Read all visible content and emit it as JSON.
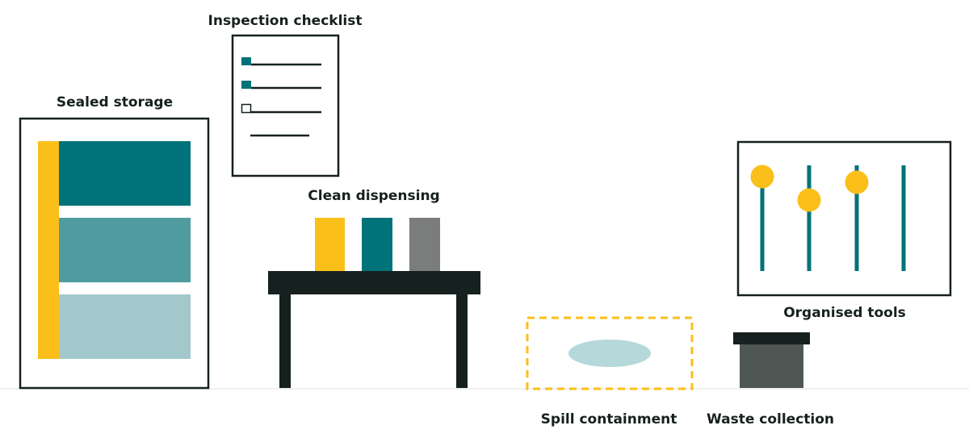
{
  "labels": {
    "sealed_storage": "Sealed storage",
    "inspection_checklist": "Inspection checklist",
    "clean_dispensing": "Clean dispensing",
    "organised_tools": "Organised tools",
    "spill_containment": "Spill containment",
    "waste_collection": "Waste collection"
  },
  "checklist": {
    "items": [
      {
        "state": "checked"
      },
      {
        "state": "checked"
      },
      {
        "state": "unchecked"
      },
      {
        "state": "none"
      }
    ]
  },
  "colors": {
    "dark": "#16211f",
    "teal": "#00727a",
    "teal_mid": "#4f9ca0",
    "teal_light": "#a2c8cb",
    "yellow": "#fbbf1a",
    "gray": "#7a7d7b",
    "bin_gray": "#4f5755",
    "puddle": "#b5d8da",
    "ground": "#eef0ef"
  }
}
